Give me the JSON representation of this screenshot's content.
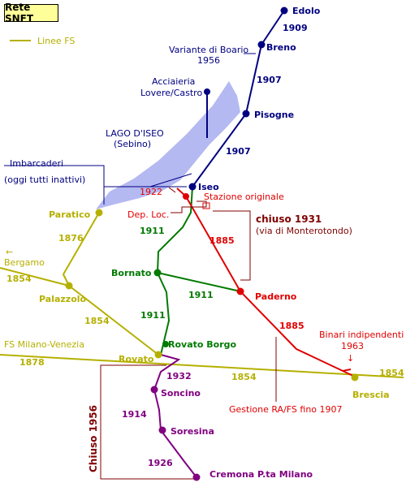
{
  "title": "Rete SNFT",
  "legend": {
    "label": "Linee FS",
    "color": "#b5b000"
  },
  "colors": {
    "fs": "#b5b000",
    "edolo_iseo": "#000080",
    "iseo_rovato": "#007a00",
    "iseo_brescia": "#e00000",
    "rovato_cremona": "#800080",
    "lake": "#b4b9f2",
    "notes": "#800000",
    "callouts": "#000080"
  },
  "stations": {
    "edolo": "Edolo",
    "breno": "Breno",
    "pisogne": "Pisogne",
    "iseo": "Iseo",
    "paratico": "Paratico",
    "palazzolo": "Palazzolo",
    "bornato": "Bornato",
    "paderno": "Paderno",
    "rovato": "Rovato",
    "rovato_borgo": "Rovato Borgo",
    "brescia": "Brescia",
    "soncino": "Soncino",
    "soresina": "Soresina",
    "cremona": "Cremona P.ta Milano"
  },
  "years": {
    "y1909": "1909",
    "y1907a": "1907",
    "y1907b": "1907",
    "y1876": "1876",
    "y1854a": "1854",
    "y1854b": "1854",
    "y1854c": "1854",
    "y1854d": "1854",
    "y1878": "1878",
    "y1911a": "1911",
    "y1911b": "1911",
    "y1911c": "1911",
    "y1885a": "1885",
    "y1885b": "1885",
    "y1932": "1932",
    "y1914": "1914",
    "y1926": "1926",
    "y1922": "1922"
  },
  "labels": {
    "variante_1": "Variante di Boario",
    "variante_2": "1956",
    "acciaieria_1": "Acciaieria",
    "acciaieria_2": "Lovere/Castro",
    "lago_1": "LAGO D'ISEO",
    "lago_2": "(Sebino)",
    "imbarcaderi_1": "Imbarcaderi",
    "imbarcaderi_2": "(oggi tutti inattivi)",
    "stazione_originale": "Stazione originale",
    "dep_loc": "Dep. Loc.",
    "chiuso_1931": "chiuso 1931",
    "monterotondo": "(via di Monterotondo)",
    "bergamo_arrow": "←",
    "bergamo": "Bergamo",
    "fs_milano_venezia": "FS Milano-Venezia",
    "binari_1": "Binari indipendenti",
    "binari_2": "1963",
    "binari_arrow": "↓",
    "gestione": "Gestione RA/FS fino 1907",
    "chiuso_1956": "Chiuso 1956"
  }
}
